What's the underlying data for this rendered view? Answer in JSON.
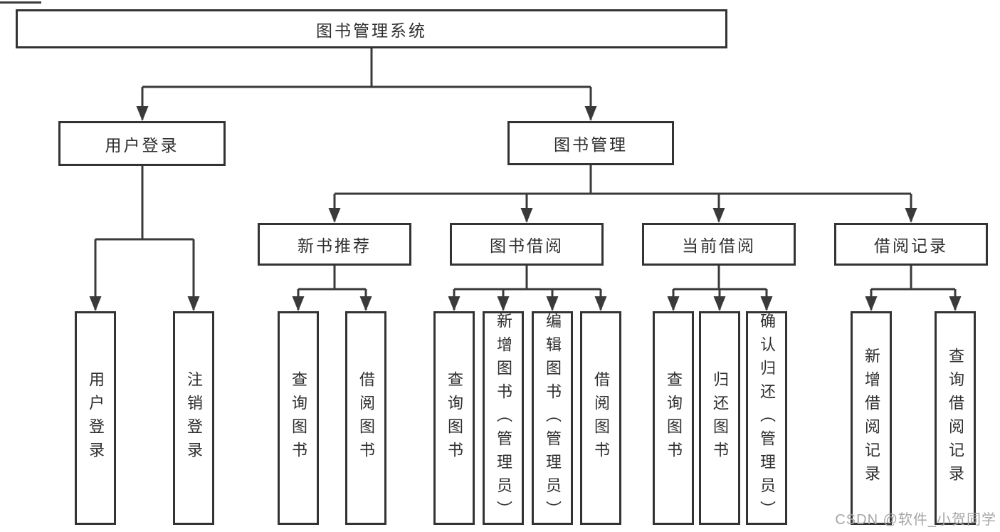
{
  "tree": {
    "root": {
      "label": "图书管理系统"
    },
    "user_branch": {
      "label": "用户登录",
      "leaves": [
        "用户登录",
        "注销登录"
      ]
    },
    "book_branch": {
      "label": "图书管理",
      "groups": [
        {
          "label": "新书推荐",
          "leaves": [
            "查询图书",
            "借阅图书"
          ]
        },
        {
          "label": "图书借阅",
          "leaves": [
            "查询图书",
            "新增图书（管理员）",
            "编辑图书（管理员）",
            "借阅图书"
          ]
        },
        {
          "label": "当前借阅",
          "leaves": [
            "查询图书",
            "归还图书",
            "确认归还（管理员）"
          ]
        },
        {
          "label": "借阅记录",
          "leaves": [
            "新增借阅记录",
            "查询借阅记录"
          ]
        }
      ]
    }
  },
  "watermark": {
    "text": "CSDN @软件_小贺同学"
  },
  "colors": {
    "line": "#3a3a3a",
    "box_border": "#333333",
    "box_fill": "#ffffff",
    "text": "#2e2e2e",
    "watermark": "#a6a6a6",
    "background": "#ffffff"
  }
}
